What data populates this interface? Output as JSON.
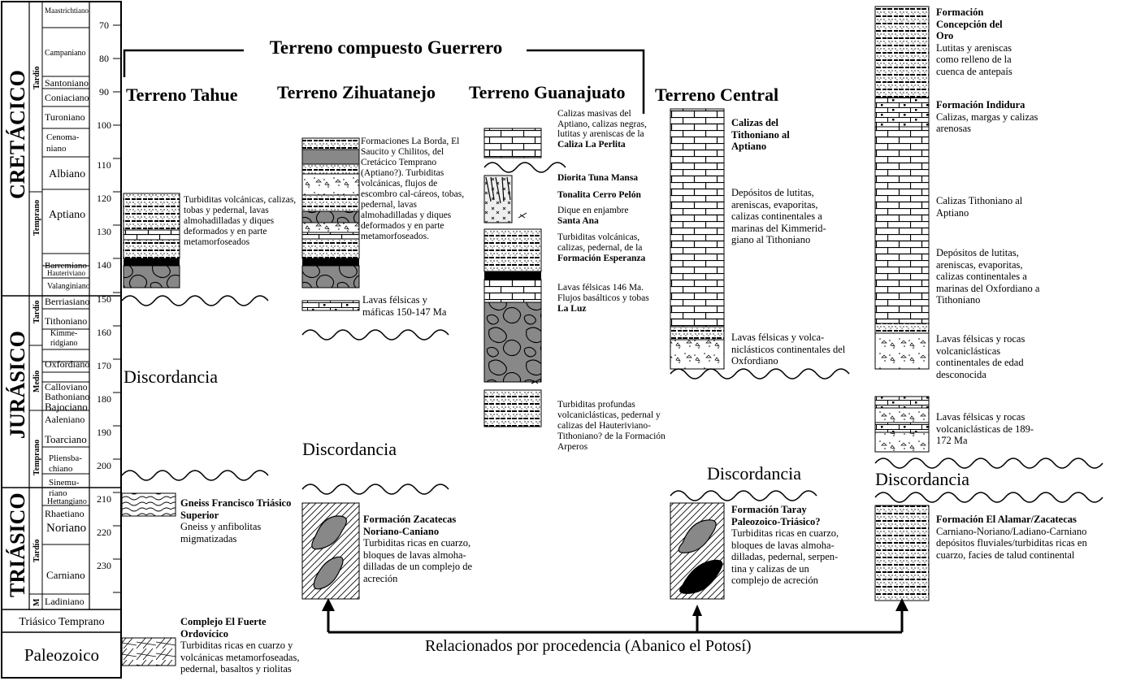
{
  "title": "Terreno compuesto Guerrero",
  "timescale": {
    "ticks": [
      "70",
      "80",
      "90",
      "100",
      "110",
      "120",
      "130",
      "140",
      "150",
      "160",
      "170",
      "180",
      "190",
      "200",
      "210",
      "220",
      "230"
    ],
    "eras": [
      "CRETÁCICO",
      "JURÁSICO",
      "TRIÁSICO"
    ],
    "subperiods": [
      "Tardío",
      "Temprano",
      "Tardío",
      "Medio",
      "Temprano",
      "Tardío",
      "M"
    ],
    "stages": [
      "Maastrichtiano",
      "Campaniano",
      "Santoniano",
      "Coniaciano",
      "Turoniano",
      "Cenoma-\nniano",
      "Albiano",
      "Aptiano",
      "Barremiano",
      "Hauteriviano",
      "Valanginiano",
      "Berriasiano",
      "Tithoniano",
      "Kimme-\nridgiano",
      "Oxfordiano",
      "Calloviano",
      "Bathoniano",
      "Bajociano",
      "Aaleniano",
      "Toarciano",
      "Pliensba-\nchiano",
      "Sinemu-\nriano",
      "Hettangiano",
      "Rhaetiano",
      "Noriano",
      "Carniano",
      "Ladiniano"
    ],
    "bottom1": "Triásico Temprano",
    "bottom2": "Paleozoico"
  },
  "terrains": {
    "tahue": "Terreno Tahue",
    "zihuatanejo": "Terreno Zihuatanejo",
    "guanajuato": "Terreno Guanajuato",
    "central": "Terreno Central"
  },
  "discordancia": "Discordancia",
  "relacionados": "Relacionados por procedencia (Abanico el Potosí)",
  "notes": {
    "tahue1": "Turbiditas volcánicas, calizas, tobas y pedernal, lavas almohadilladas y diques deformados y en parte metamorfoseados",
    "tahue2_b": "Gneiss Francisco Triásico Superior",
    "tahue2": "Gneiss y anfibolitas migmatizadas",
    "tahue3_b": "Complejo El Fuerte Ordovícico",
    "tahue3": "Turbiditas ricas en cuarzo y volcánicas metamorfoseadas, pedernal, basaltos y riolitas",
    "zih1": "Formaciones La Borda, El Saucito y Chilitos, del Cretácico Temprano (Aptiano?). Turbiditas volcánicas, flujos de escombro cal-cáreos, tobas, pedernal, lavas almohadilladas y diques deformados y en parte metamorfoseados.",
    "zih2": "Lavas félsicas y máficas 150-147 Ma",
    "zih3_b": "Formación Zacatecas Noriano-Caniano",
    "zih3": "Turbiditas ricas en cuarzo, bloques de lavas almoha-dilladas de un complejo de acreción",
    "gua1": "Calizas masivas del Aptiano, calizas negras, lutitas y areniscas de la",
    "gua1_b": "Caliza La Perlita",
    "gua2_b": "Diorita Tuna Mansa",
    "gua3_b": "Tonalita Cerro Pelón",
    "gua4": "Dique en enjambre",
    "gua4_b": "Santa Ana",
    "gua5": "Turbiditas volcánicas, calizas, pedernal, de la",
    "gua5_b": "Formación Esperanza",
    "gua6": "Lavas félsicas 146 Ma. Flujos basálticos y tobas",
    "gua6_b": "La Luz",
    "gua7": "Turbiditas profundas volcaniclásticas, pedernal y calizas del Hauteriviano-Tithoniano? de la Formación Arperos",
    "cen1_b": "Calizas del Tithoniano al Aptiano",
    "cen2": "Depósitos de lutitas, areniscas, evaporitas, calizas continentales a marinas del Kimmerid-giano al Tithoniano",
    "cen3": "Lavas félsicas y volca-niclásticos continentales del Oxfordiano",
    "cen4_b": "Formación Taray Paleozoico-Triásico?",
    "cen4": "Turbiditas ricas en cuarzo, bloques de lavas almoha-dilladas, pedernal, serpen-tina y calizas de un complejo de acreción",
    "r1_b": "Formación Concepción del Oro",
    "r1": "Lutitas y areniscas como relleno de la cuenca de antepaís",
    "r2_b": "Formación Indidura",
    "r2": "Calizas, margas y calizas arenosas",
    "r3": "Calizas Tithoniano al Aptiano",
    "r4": "Depósitos de lutitas, areniscas, evaporitas, calizas continentales a marinas del Oxfordiano a Tithoniano",
    "r5": "Lavas félsicas y rocas volcaniclásticas continentales de edad desconocida",
    "r6": "Lavas félsicas y rocas volcaniclásticas de 189-172 Ma",
    "r7_b": "Formación El Alamar/Zacatecas",
    "r7": "Carniano-Noriano/Ladiano-Carniano depósitos fluviales/turbiditas ricas en cuarzo, facies de talud continental"
  }
}
